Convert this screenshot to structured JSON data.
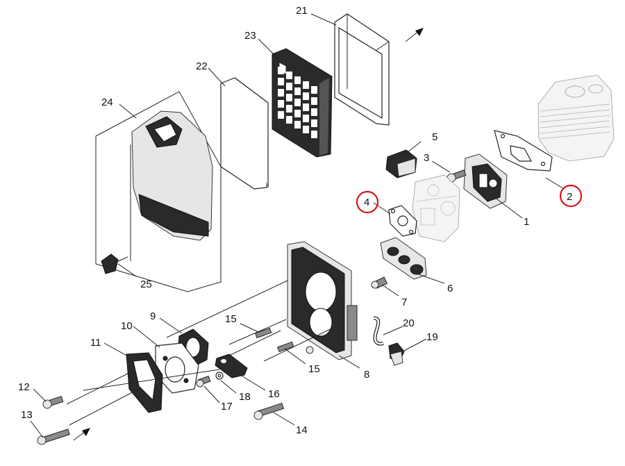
{
  "colors": {
    "highlight": "#d8141b",
    "ink": "#222222"
  },
  "callouts": [
    {
      "id": "1",
      "label": "1"
    },
    {
      "id": "2",
      "label": "2",
      "highlighted": true
    },
    {
      "id": "3",
      "label": "3"
    },
    {
      "id": "4",
      "label": "4",
      "highlighted": true
    },
    {
      "id": "5",
      "label": "5"
    },
    {
      "id": "6",
      "label": "6"
    },
    {
      "id": "7",
      "label": "7"
    },
    {
      "id": "8",
      "label": "8"
    },
    {
      "id": "9",
      "label": "9"
    },
    {
      "id": "10",
      "label": "10"
    },
    {
      "id": "11",
      "label": "11"
    },
    {
      "id": "12",
      "label": "12"
    },
    {
      "id": "13",
      "label": "13"
    },
    {
      "id": "14",
      "label": "14"
    },
    {
      "id": "15a",
      "label": "15"
    },
    {
      "id": "15b",
      "label": "15"
    },
    {
      "id": "16",
      "label": "16"
    },
    {
      "id": "17",
      "label": "17"
    },
    {
      "id": "18",
      "label": "18"
    },
    {
      "id": "19",
      "label": "19"
    },
    {
      "id": "20",
      "label": "20"
    },
    {
      "id": "21",
      "label": "21"
    },
    {
      "id": "22",
      "label": "22"
    },
    {
      "id": "23",
      "label": "23"
    },
    {
      "id": "24",
      "label": "24"
    },
    {
      "id": "25",
      "label": "25"
    }
  ]
}
